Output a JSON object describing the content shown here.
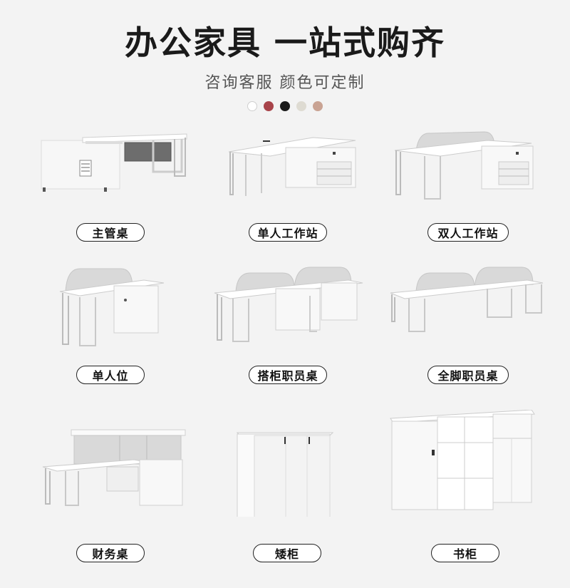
{
  "header": {
    "title": "办公家具  一站式购齐",
    "subtitle": "咨询客服 颜色可定制"
  },
  "color_options": [
    "#ffffff",
    "#a8444a",
    "#1a1a1a",
    "#dedbd2",
    "#c9a393"
  ],
  "products": [
    {
      "label": "主管桌",
      "icon": "executive-desk"
    },
    {
      "label": "单人工作站",
      "icon": "single-workstation"
    },
    {
      "label": "双人工作站",
      "icon": "double-workstation"
    },
    {
      "label": "单人位",
      "icon": "single-seat-desk"
    },
    {
      "label": "搭柜职员桌",
      "icon": "cabinet-staff-desk"
    },
    {
      "label": "全脚职员桌",
      "icon": "full-leg-staff-desk"
    },
    {
      "label": "财务桌",
      "icon": "finance-desk"
    },
    {
      "label": "矮柜",
      "icon": "low-cabinet"
    },
    {
      "label": "书柜",
      "icon": "bookcase"
    }
  ]
}
